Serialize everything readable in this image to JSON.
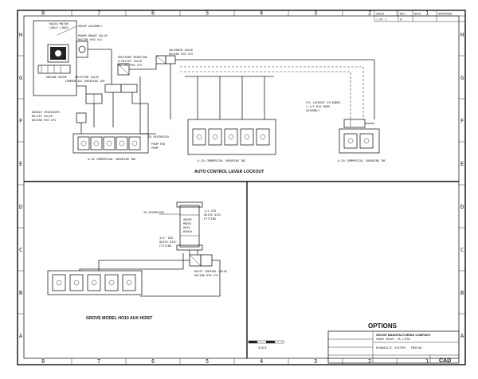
{
  "grid": {
    "top": [
      "8",
      "7",
      "6",
      "5",
      "4",
      "3",
      "2",
      "1"
    ],
    "bottom": [
      "8",
      "7",
      "6",
      "5",
      "4",
      "3",
      "2",
      "1"
    ],
    "left": [
      "H",
      "G",
      "F",
      "E",
      "D",
      "C",
      "B",
      "A"
    ],
    "right": [
      "H",
      "G",
      "F",
      "E",
      "D",
      "C",
      "B",
      "A"
    ]
  },
  "upper": {
    "title": "AUTO CONTROL LEVER LOCKOUT",
    "labels": {
      "radio_motor": "RADIO MOTOR",
      "cable_lines": "CABLE LINES",
      "group_assembly": "GROUP ASSEMBLY",
      "power_brake_valve": "POWER BRAKE VALVE",
      "power_brake_model": "RACINE HYD VLV",
      "engine_grove": "ENGINE GROVE",
      "pressure_reducing": "PRESSURE REDUCING",
      "pressure_reducing_2": "& RELIEF VALVE",
      "pressure_reducing_3": "RACINE HYD SYS",
      "solenoid_valve": "SOLENOID VALVE",
      "solenoid_model": "RACINE HYD SYS",
      "selector_valve": "SELECTOR VALVE",
      "selector_model": "COMMERCIAL SHEARING INC",
      "double_crossover": "DOUBLE CROSSOVER",
      "double_crossover_2": "RELIEF VALVE",
      "double_crossover_3": "RACINE HYD SYS",
      "to_reservoir": "TO RESERVOIR",
      "from_pump": "FROM HYD",
      "from_pump_2": "PUMP",
      "lockout_cylinder": "CYL LOCKOUT CYLINDER",
      "lockout_cylinder_2": "1-1/2 DIA BORE",
      "lockout_cylinder_3": "ASSEMBLY",
      "valve_a": "A-20 COMMERCIAL SHEARING INC",
      "valve_b": "A-20 COMMERCIAL SHEARING INC",
      "valve_c": "A-20 COMMERCIAL SHEARING INC"
    }
  },
  "lower": {
    "title": "GROVE MODEL HO10 AUX HOIST",
    "labels": {
      "to_reservoir": "TO RESERVOIR",
      "grove": "GROVE",
      "model": "MODEL",
      "ho10": "HO10",
      "winch": "WINCH",
      "quick_disc": "1/2 CEA",
      "quick_disc_2": "QUICK DISC",
      "quick_disc_3": "FITTING",
      "gear": "3/4\" DIA",
      "gear_2": "QUICK DISC",
      "gear_3": "FITTING",
      "hoist_control": "HOIST CONTROL VALVE",
      "hoist_control_2": "RACINE HYD SYS"
    }
  },
  "title_block": {
    "options": "OPTIONS",
    "company": "GROVE MANUFACTURING COMPANY",
    "address": "SHADY GROVE, PA 17256",
    "drawing_title": "HYDRAULIC SYSTEM - TMS540",
    "scale_label": "SCALE",
    "cad": "CAD"
  },
  "revision_block": {
    "cols": [
      "SHEET",
      "REV",
      "DATE",
      "APPROVED"
    ],
    "rows": [
      [
        "1 OF 1",
        "A",
        "",
        ""
      ]
    ]
  }
}
